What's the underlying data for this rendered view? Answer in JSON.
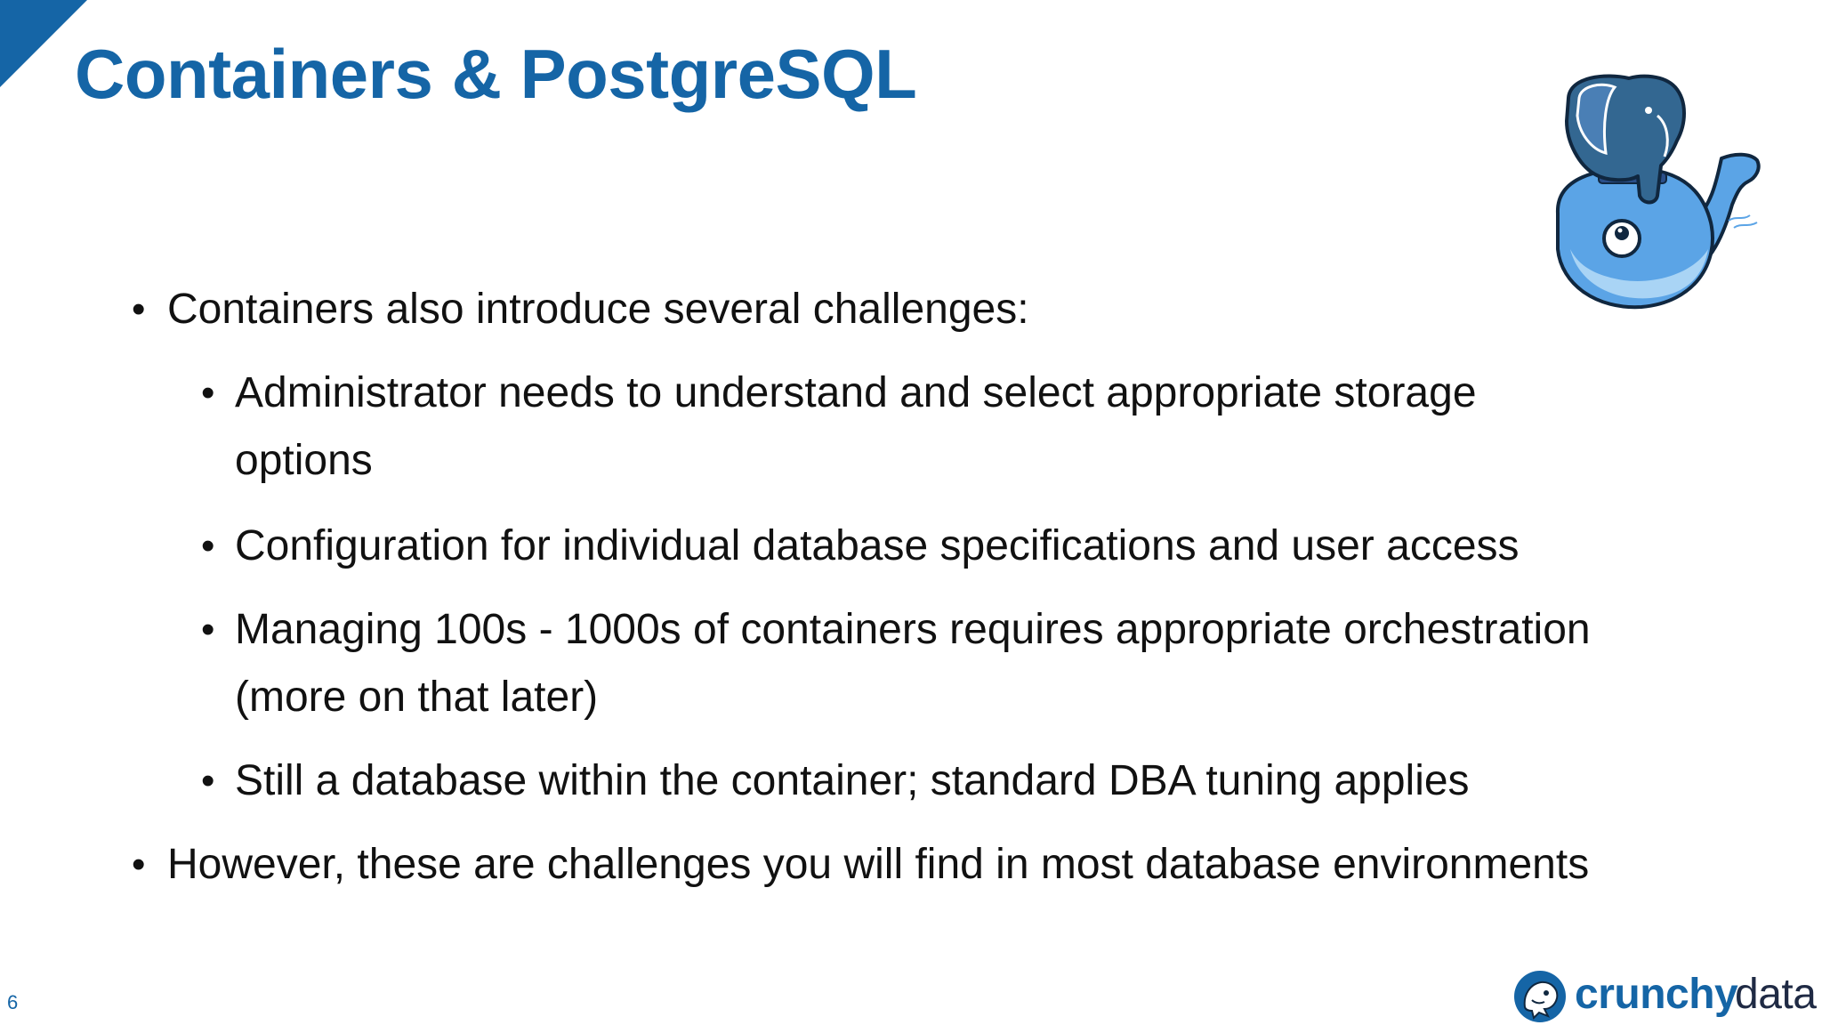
{
  "slide": {
    "title": "Containers & PostgreSQL",
    "page_number": "6",
    "bullets": [
      {
        "level": 1,
        "text": "Containers also introduce several challenges:"
      },
      {
        "level": 2,
        "text": "Administrator needs to understand and select appropriate storage options"
      },
      {
        "level": 2,
        "text": "Configuration for individual database specifications and user access"
      },
      {
        "level": 2,
        "text": "Managing 100s - 1000s of containers requires appropriate orchestration (more on that later)"
      },
      {
        "level": 2,
        "text": "Still a database within the container; standard DBA tuning applies"
      },
      {
        "level": 1,
        "text": "However, these are challenges you will find in most database environments"
      }
    ],
    "bullet_symbol": "•"
  },
  "brand": {
    "name_bold": "crunchy",
    "name_light": "data",
    "logo_icon": "crunchy-data-mascot-icon"
  },
  "illustration": {
    "icon": "postgresql-elephant-on-docker-whale-icon"
  },
  "colors": {
    "title": "#1565a6",
    "accent": "#1565a6",
    "text": "#111111",
    "whale": "#5ba4e6",
    "elephant": "#336791"
  }
}
